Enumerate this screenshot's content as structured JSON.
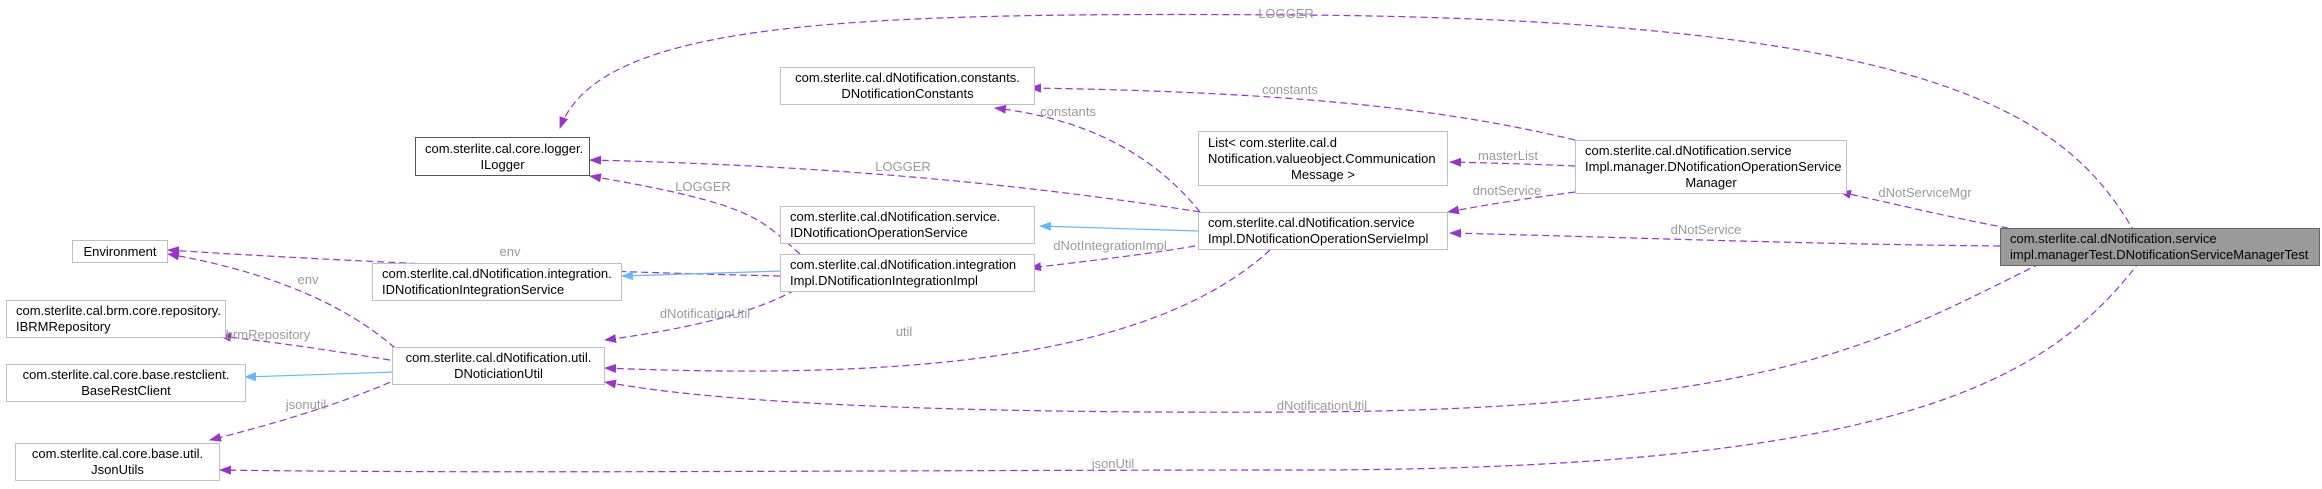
{
  "colors": {
    "dependency": "#9a32cd",
    "inheritance": "#63b8ff",
    "label": "#9a9a9a"
  },
  "nodes": {
    "test": [
      "com.sterlite.cal.dNotification.service",
      "impl.managerTest.DNotificationServiceManagerTest"
    ],
    "manager": [
      "com.sterlite.cal.dNotification.service",
      "Impl.manager.DNotificationOperationService",
      "Manager"
    ],
    "serviceImpl": [
      "com.sterlite.cal.dNotification.service",
      "Impl.DNotificationOperationServieImpl"
    ],
    "constants": [
      "com.sterlite.cal.dNotification.constants.",
      "DNotificationConstants"
    ],
    "listMsg": [
      "List< com.sterlite.cal.d",
      "Notification.valueobject.Communication",
      "Message >"
    ],
    "ilogger": [
      "com.sterlite.cal.core.logger.",
      "ILogger"
    ],
    "iservice": [
      "com.sterlite.cal.dNotification.service.",
      "IDNotificationOperationService"
    ],
    "environment": [
      "Environment"
    ],
    "integImpl": [
      "com.sterlite.cal.dNotification.integration",
      "Impl.DNotificationIntegrationImpl"
    ],
    "iinteg": [
      "com.sterlite.cal.dNotification.integration.",
      "IDNotificationIntegrationService"
    ],
    "ibrm": [
      "com.sterlite.cal.brm.core.repository.",
      "IBRMRepository"
    ],
    "util": [
      "com.sterlite.cal.dNotification.util.",
      "DNoticiationUtil"
    ],
    "baseRest": [
      "com.sterlite.cal.core.base.restclient.",
      "BaseRestClient"
    ],
    "jsonUtils": [
      "com.sterlite.cal.core.base.util.",
      "JsonUtils"
    ]
  },
  "edge_labels": {
    "logger_top": "LOGGER",
    "constants_mgr": "constants",
    "constants_impl": "constants",
    "masterList": "masterList",
    "dnotService_mgr": "dnotService",
    "dNotServiceMgr": "dNotServiceMgr",
    "dNotService": "dNotService",
    "logger_impl": "LOGGER",
    "logger_integ": "LOGGER",
    "dNotIntegrationImpl": "dNotIntegrationImpl",
    "env_integ": "env",
    "env_util": "env",
    "dNotificationUtil_integ": "dNotificationUtil",
    "util_impl": "util",
    "brmRepository": "brmRepository",
    "jsonutil": "jsonutil",
    "dNotificationUtil_test": "dNotificationUtil",
    "jsonUtil_test": "jsonUtil"
  }
}
